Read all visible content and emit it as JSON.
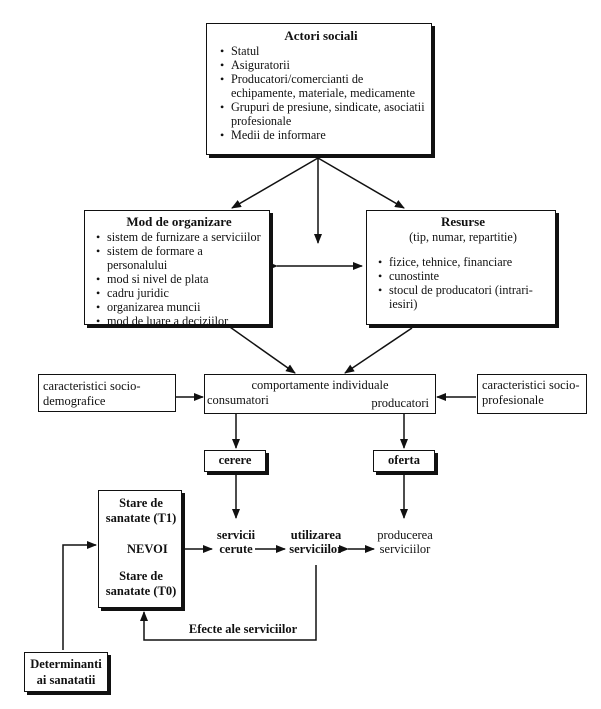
{
  "actori": {
    "title": "Actori sociali",
    "items": [
      "Statul",
      "Asiguratorii",
      "Producatori/comercianti de echipamente, materiale, medicamente",
      "Grupuri de presiune, sindicate, asociatii profesionale",
      "Medii de informare"
    ]
  },
  "mod": {
    "title": "Mod de organizare",
    "items": [
      "sistem de furnizare a serviciilor",
      "sistem de formare a personalului",
      "mod si nivel de plata",
      "cadru juridic",
      "organizarea muncii",
      "mod de luare a deciziilor"
    ]
  },
  "resurse": {
    "title": "Resurse",
    "subtitle": "(tip, numar, repartitie)",
    "items": [
      "fizice, tehnice, financiare",
      "cunostinte",
      "stocul de producatori (intrari-iesiri)"
    ]
  },
  "comport": {
    "title": "comportamente individuale",
    "left": "consumatori",
    "right": "producatori"
  },
  "socio_demo": "caracteristici socio-demografice",
  "socio_prof": "caracteristici socio-profesionale",
  "cerere": "cerere",
  "oferta": "oferta",
  "stare_t1": "Stare de sanatate (T1)",
  "nevoi": "NEVOI",
  "stare_t0": "Stare de sanatate (T0)",
  "servicii_cerute": "servicii cerute",
  "utilizarea": "utilizarea serviciilor",
  "producerea": "producerea serviciilor",
  "efecte": "Efecte ale serviciilor",
  "determinanti": "Determinanti ai sanatatii"
}
